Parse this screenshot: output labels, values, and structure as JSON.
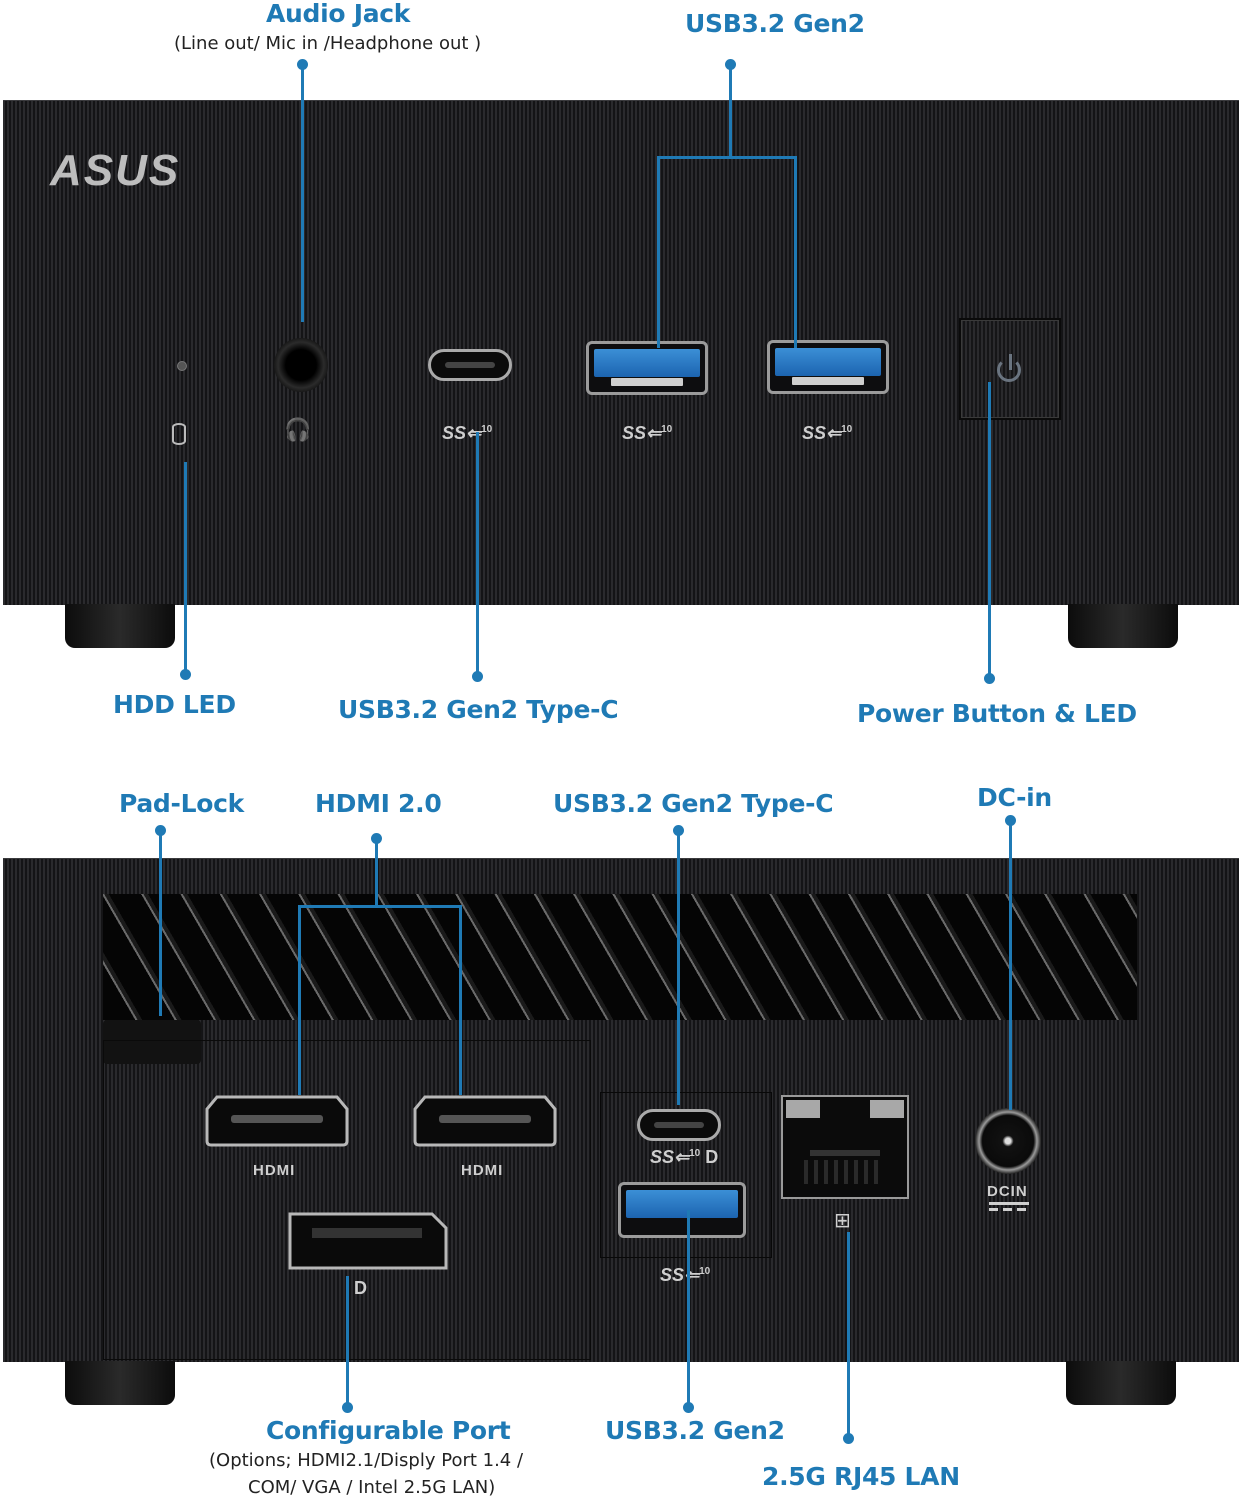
{
  "front_panel": {
    "brand_logo": "ASUS",
    "callouts": {
      "audio_jack": {
        "title": "Audio Jack",
        "subtitle": "(Line out/ Mic in /Headphone out )"
      },
      "usb_gen2": {
        "title": "USB3.2 Gen2"
      },
      "hdd_led": {
        "title": "HDD LED"
      },
      "usb_typec": {
        "title": "USB3.2 Gen2 Type-C"
      },
      "power_button": {
        "title": "Power Button & LED"
      }
    },
    "port_marks": {
      "ss_logo": "SS",
      "ss_speed": "10"
    }
  },
  "rear_panel": {
    "callouts": {
      "pad_lock": {
        "title": "Pad-Lock"
      },
      "hdmi": {
        "title": "HDMI 2.0"
      },
      "usb_typec": {
        "title": "USB3.2 Gen2 Type-C"
      },
      "dc_in": {
        "title": "DC-in"
      },
      "configurable_port": {
        "title": "Configurable Port",
        "subtitle_line1": "(Options; HDMI2.1/Disply Port 1.4 /",
        "subtitle_line2": "COM/ VGA / Intel 2.5G LAN)"
      },
      "usb_gen2": {
        "title": "USB3.2 Gen2"
      },
      "lan": {
        "title": "2.5G RJ45 LAN"
      }
    },
    "port_marks": {
      "hdmi_1": "HDMI",
      "hdmi_2": "HDMI",
      "dcin": "DCIN",
      "dp": "D",
      "ss_logo": "SS",
      "ss_speed": "10"
    }
  },
  "colors": {
    "accent": "#1f7ab5",
    "chassis": "#1f1f21",
    "usb_blue": "#2a7bd0"
  }
}
